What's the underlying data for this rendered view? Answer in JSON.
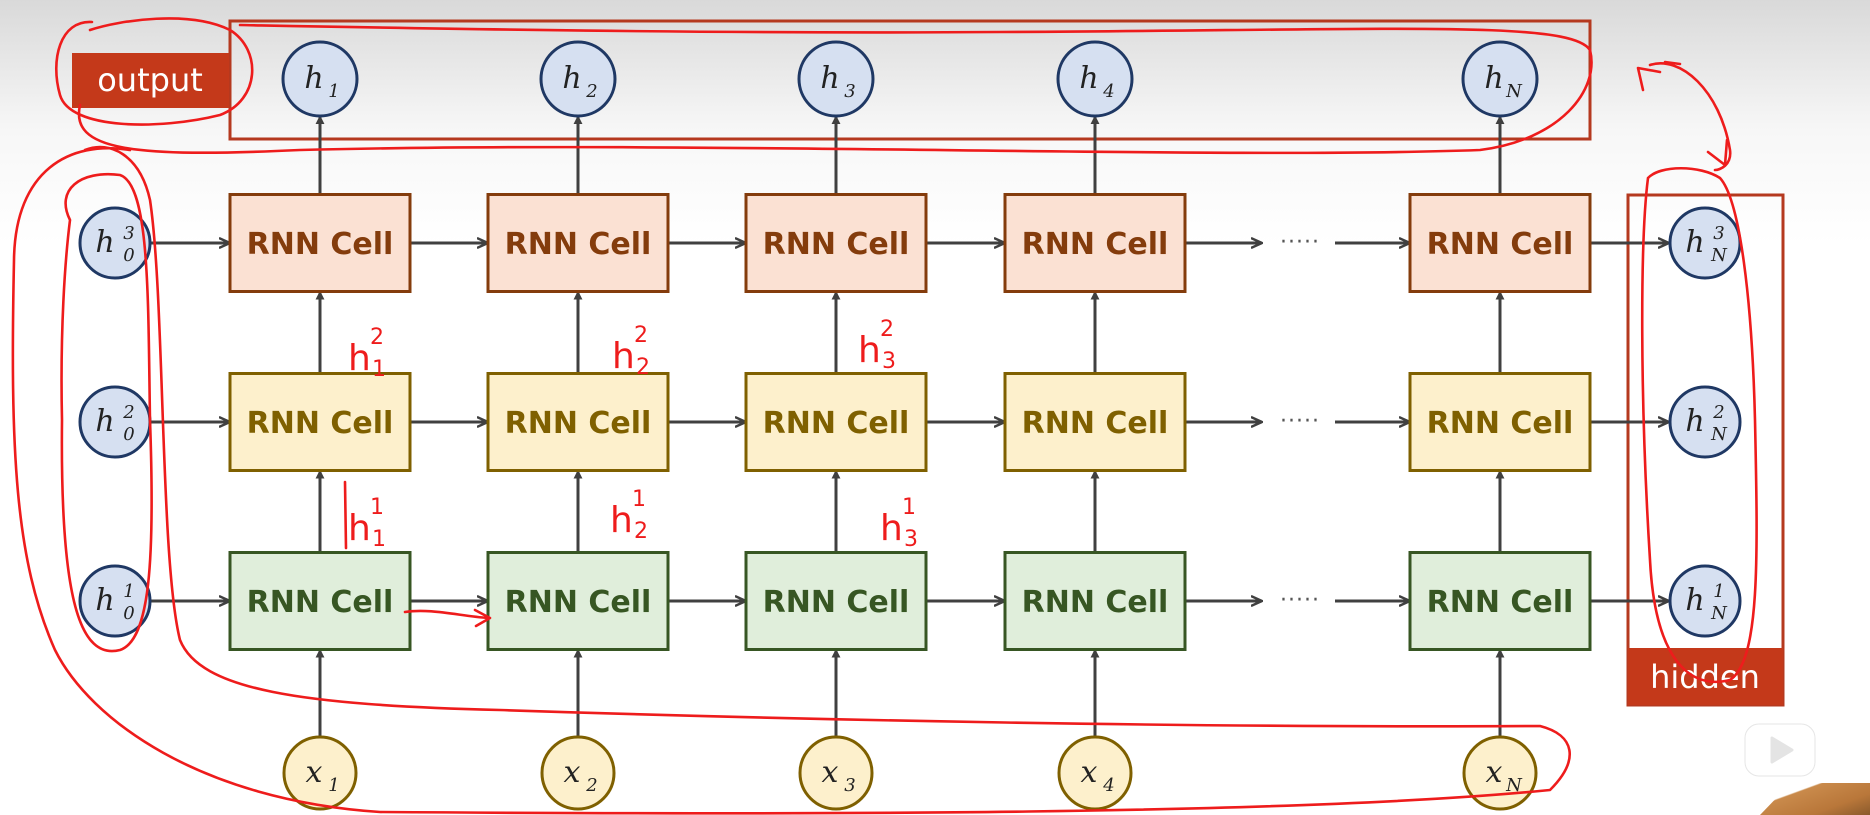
{
  "diagram": {
    "output_label": "output",
    "hidden_label": "hidden",
    "cell_label": "RNN Cell",
    "ellipsis": "·····",
    "columns": [
      {
        "output": {
          "base": "h",
          "sub": "1"
        },
        "input": {
          "base": "x",
          "sub": "1"
        }
      },
      {
        "output": {
          "base": "h",
          "sub": "2"
        },
        "input": {
          "base": "x",
          "sub": "2"
        }
      },
      {
        "output": {
          "base": "h",
          "sub": "3"
        },
        "input": {
          "base": "x",
          "sub": "3"
        }
      },
      {
        "output": {
          "base": "h",
          "sub": "4"
        },
        "input": {
          "base": "x",
          "sub": "4"
        }
      },
      {
        "output": {
          "base": "h",
          "sub": "N"
        },
        "input": {
          "base": "x",
          "sub": "N"
        }
      }
    ],
    "layers": [
      {
        "name": "layer-3",
        "fill": "#fbe1d3",
        "stroke": "#843c0c",
        "text_color": "#843c0c",
        "initial": {
          "base": "h",
          "sup": "3",
          "sub": "0"
        },
        "final": {
          "base": "h",
          "sup": "3",
          "sub": "N"
        }
      },
      {
        "name": "layer-2",
        "fill": "#fdf0cc",
        "stroke": "#7f6000",
        "text_color": "#7f6000",
        "initial": {
          "base": "h",
          "sup": "2",
          "sub": "0"
        },
        "final": {
          "base": "h",
          "sup": "2",
          "sub": "N"
        }
      },
      {
        "name": "layer-1",
        "fill": "#e0eedb",
        "stroke": "#375623",
        "text_color": "#375623",
        "initial": {
          "base": "h",
          "sup": "1",
          "sub": "0"
        },
        "final": {
          "base": "h",
          "sup": "1",
          "sub": "N"
        }
      }
    ],
    "annotations": [
      {
        "base": "h",
        "sup": "2",
        "sub": "1"
      },
      {
        "base": "h",
        "sup": "2",
        "sub": "2"
      },
      {
        "base": "h",
        "sup": "2",
        "sub": "3"
      },
      {
        "base": "h",
        "sup": "1",
        "sub": "1"
      },
      {
        "base": "h",
        "sup": "1",
        "sub": "2"
      },
      {
        "base": "h",
        "sup": "1",
        "sub": "3"
      }
    ],
    "colors": {
      "state_fill": "#d6e0f1",
      "state_stroke": "#1f3864",
      "input_fill": "#fdf0cc",
      "input_stroke": "#7f6000",
      "label_bg": "#c4391a",
      "frame": "#b5391f",
      "ink": "#ee1c1c",
      "arrow": "#404040"
    }
  },
  "watermark": {
    "icon": "bilibili-tv-play-icon"
  }
}
